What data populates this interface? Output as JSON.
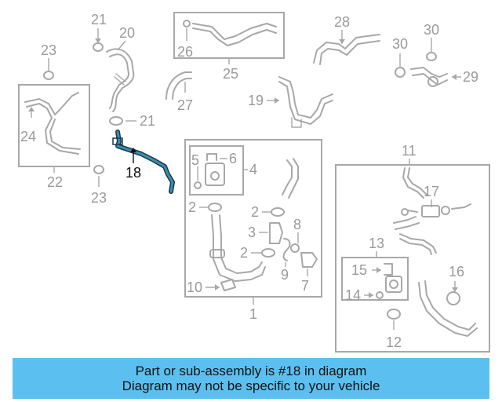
{
  "diagram": {
    "callouts": {
      "c1": "1",
      "c2a": "2",
      "c2b": "2",
      "c2c": "2",
      "c3": "3",
      "c4": "4",
      "c5": "5",
      "c6": "6",
      "c7": "7",
      "c8": "8",
      "c9": "9",
      "c10": "10",
      "c11": "11",
      "c12": "12",
      "c13": "13",
      "c14": "14",
      "c15": "15",
      "c16": "16",
      "c17": "17",
      "c18": "18",
      "c19": "19",
      "c20": "20",
      "c21a": "21",
      "c21b": "21",
      "c22": "22",
      "c23a": "23",
      "c23b": "23",
      "c24": "24",
      "c25": "25",
      "c26": "26",
      "c27": "27",
      "c28": "28",
      "c29": "29",
      "c30": "30"
    },
    "highlight_color": "#3a8fb0",
    "part_color": "#a8a8a8"
  },
  "banner": {
    "line1": "Part or sub-assembly is #18 in diagram",
    "line2": "Diagram may not be specific to your vehicle",
    "color": "#5bc0f0"
  }
}
